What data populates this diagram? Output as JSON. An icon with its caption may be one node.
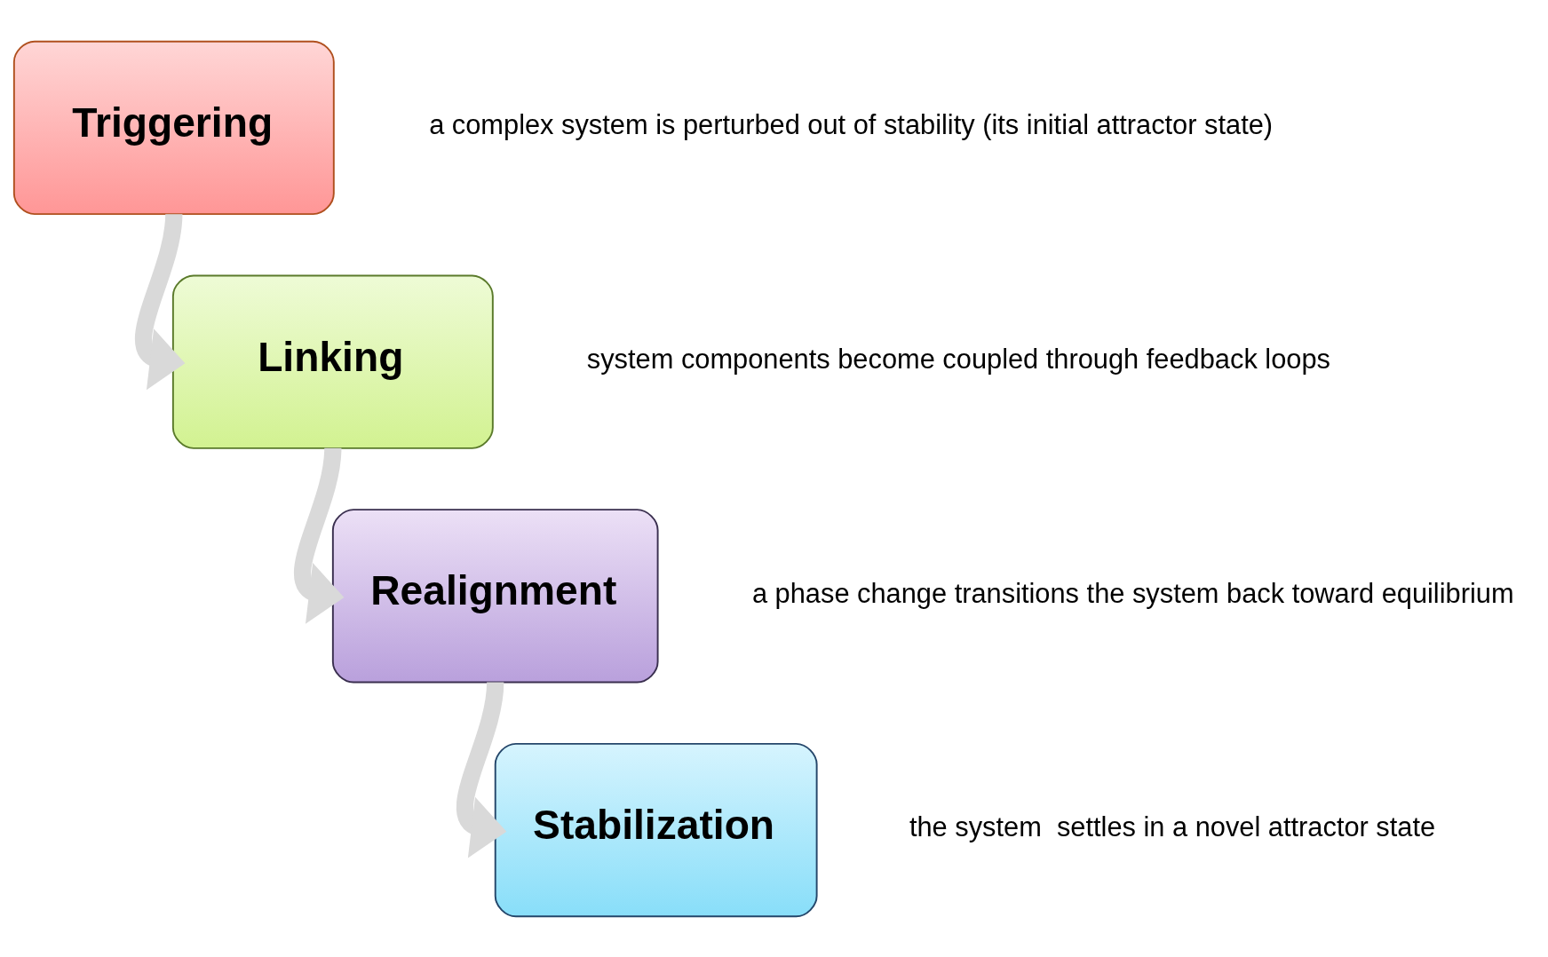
{
  "diagram": {
    "nodes": [
      {
        "text": [
          "Triggering"
        ],
        "beside": [
          "a complex system is perturbed out of stability (its initial attractor state)"
        ]
      },
      {
        "text": [
          "Linking"
        ],
        "beside": [
          "system components become coupled through feedback loops"
        ]
      },
      {
        "text": [
          "Realignment"
        ],
        "beside": [
          "a phase change transitions the system back toward equilibrium"
        ]
      },
      {
        "text": [
          "Stabilization"
        ],
        "beside": [
          "the system  settles in a novel attractor state"
        ]
      }
    ],
    "edges": [
      {
        "from": 0,
        "to": 1,
        "arrow": "to"
      },
      {
        "from": 1,
        "to": 2,
        "arrow": "to"
      },
      {
        "from": 2,
        "to": 3,
        "arrow": "to"
      }
    ]
  }
}
